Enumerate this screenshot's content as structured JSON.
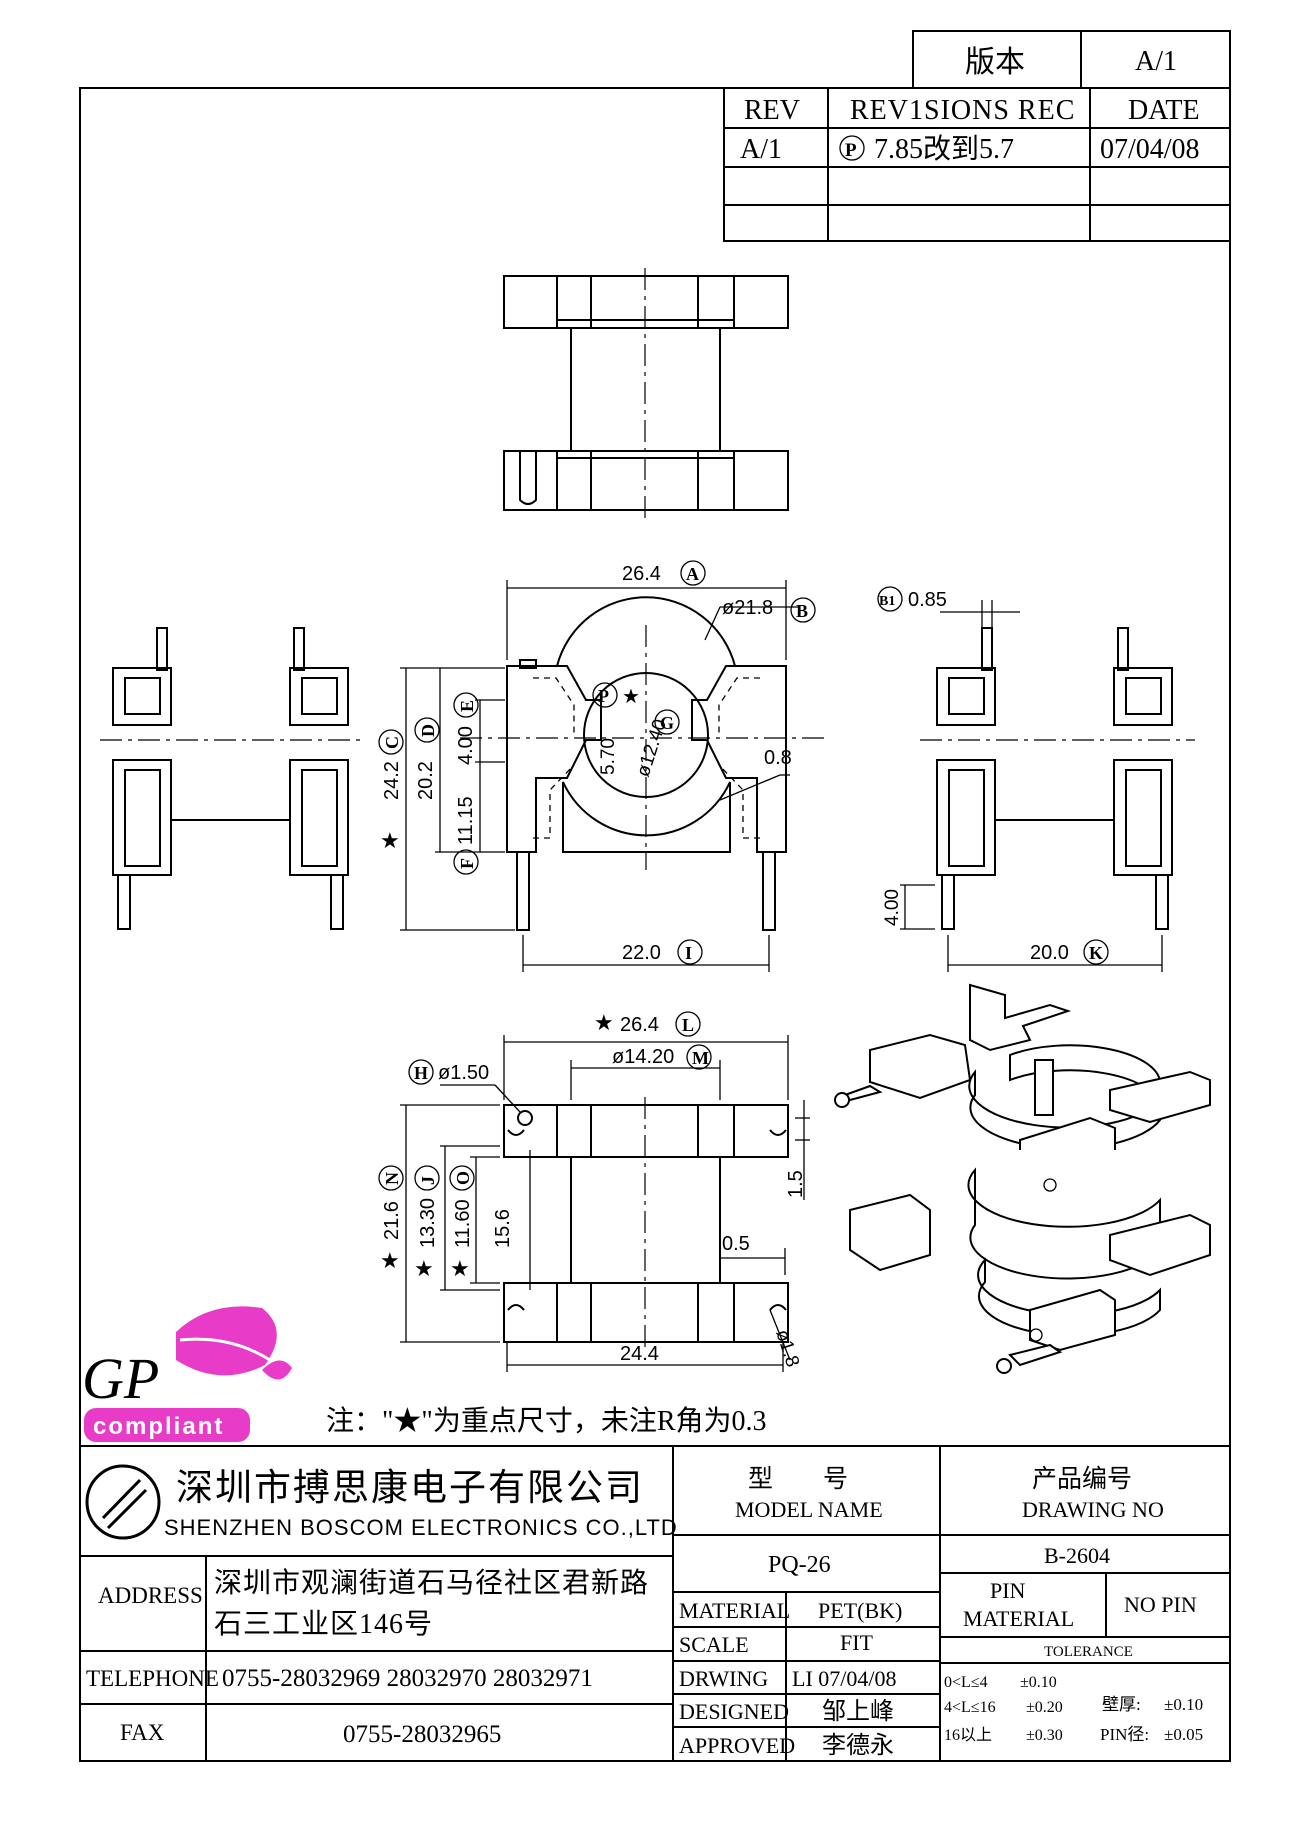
{
  "revision_block": {
    "version_label": "版本",
    "version_value": "A/1",
    "col_rev": "REV",
    "col_rec": "REV1SIONS REC",
    "col_date": "DATE",
    "rows": [
      {
        "rev": "A/1",
        "marker": "P",
        "rec": "7.85改到5.7",
        "date": "07/04/08"
      },
      {
        "rev": "",
        "marker": "",
        "rec": "",
        "date": ""
      },
      {
        "rev": "",
        "marker": "",
        "rec": "",
        "date": ""
      }
    ]
  },
  "dimensions": {
    "A": {
      "letter": "A",
      "value": "26.4"
    },
    "B": {
      "letter": "B",
      "value": "ø21.8"
    },
    "B1": {
      "letter": "B1",
      "value": "0.85"
    },
    "C": {
      "letter": "C",
      "value": "24.2",
      "star": "★"
    },
    "D": {
      "letter": "D",
      "value": "20.2"
    },
    "E": {
      "letter": "E",
      "value": "4.00"
    },
    "F": {
      "letter": "F",
      "value": "11.15"
    },
    "G": {
      "letter": "G",
      "value": "ø12.40"
    },
    "P": {
      "letter": "P",
      "value": "5.70",
      "star": "★"
    },
    "web": "0.8",
    "I": {
      "letter": "I",
      "value": "22.0"
    },
    "pin_len": "4.00",
    "K": {
      "letter": "K",
      "value": "20.0"
    },
    "L": {
      "letter": "L",
      "value": "26.4",
      "star": "★"
    },
    "M": {
      "letter": "M",
      "value": "ø14.20"
    },
    "H": {
      "letter": "H",
      "value": "ø1.50"
    },
    "N": {
      "letter": "N",
      "value": "21.6",
      "star": "★"
    },
    "J": {
      "letter": "J",
      "value": "13.30",
      "star": "★"
    },
    "O": {
      "letter": "O",
      "value": "11.60",
      "star": "★"
    },
    "inner": "15.6",
    "slot": "1.5",
    "gap": "0.5",
    "bottom_width": "24.4",
    "hole": "ø1.8"
  },
  "logo": {
    "gp": "GP",
    "compliant": "compliant"
  },
  "note": "注：\"★\"为重点尺寸，未注R角为0.3",
  "title_block": {
    "company_cn": "深圳市搏思康电子有限公司",
    "company_en": "SHENZHEN BOSCOM ELECTRONICS CO.,LTD",
    "address_label": "ADDRESS",
    "address_line1": "深圳市观澜街道石马径社区君新路",
    "address_line2": "石三工业区146号",
    "telephone_label": "TELEPHONE",
    "telephone": "0755-28032969 28032970 28032971",
    "fax_label": "FAX",
    "fax": "0755-28032965",
    "model_cn": "型　　号",
    "model_en": "MODEL NAME",
    "model_value": "PQ-26",
    "product_cn": "产品编号",
    "drawing_no_label": "DRAWING NO",
    "drawing_no": "B-2604",
    "material_label": "MATERIAL",
    "material_value": "PET(BK)",
    "pin_material_label_1": "PIN",
    "pin_material_label_2": "MATERIAL",
    "pin_material_value": "NO PIN",
    "scale_label": "SCALE",
    "scale_value": "FIT",
    "tolerance_label": "TOLERANCE",
    "drawing_label": "DRWING",
    "drawing_value": "LI 07/04/08",
    "designed_label": "DESIGNED",
    "designed_value": "邹上峰",
    "approved_label": "APPROVED",
    "approved_value": "李德永",
    "tol_r1_range": "0<L≤4",
    "tol_r1_value": "±0.10",
    "tol_r2_range": "4<L≤16",
    "tol_r2_value": "±0.20",
    "tol_r3_range": "16以上",
    "tol_r3_value": "±0.30",
    "wall_label": "壁厚:",
    "wall_value": "±0.10",
    "pin_dia_label": "PIN径:",
    "pin_dia_value": "±0.05"
  }
}
